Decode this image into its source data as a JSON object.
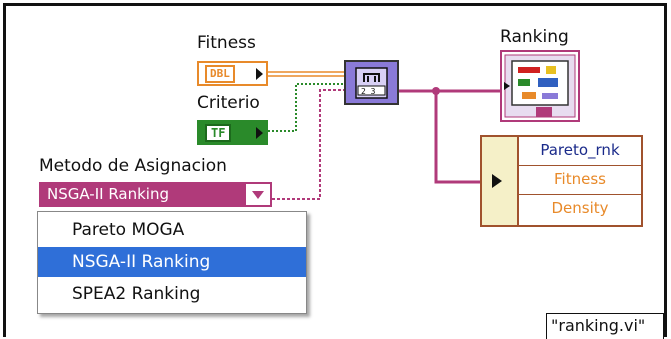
{
  "labels": {
    "fitness": "Fitness",
    "criterio": "Criterio",
    "metodo": "Metodo de Asignacion",
    "ranking": "Ranking"
  },
  "terminals": {
    "fitness_type": "DBL",
    "criterio_type": "TF"
  },
  "combo": {
    "selected": "NSGA-II Ranking",
    "options": [
      "Pareto MOGA",
      "NSGA-II Ranking",
      "SPEA2 Ranking"
    ]
  },
  "cluster": {
    "fields": [
      "Pareto_rnk",
      "Fitness",
      "Density"
    ]
  },
  "footer": {
    "label": "\"ranking.vi\""
  },
  "colors": {
    "dbl_orange": "#e88a2a",
    "boolean_green": "#2a8a2a",
    "enum_purple": "#b03a7a",
    "selection_blue": "#2f6fd8",
    "cluster_brown": "#a0522d",
    "subvi_purple": "#8a7ad8"
  },
  "icons": {
    "bundle_node": "bundle-by-name-icon",
    "ranking_subvi": "ranking-subvi-icon"
  }
}
